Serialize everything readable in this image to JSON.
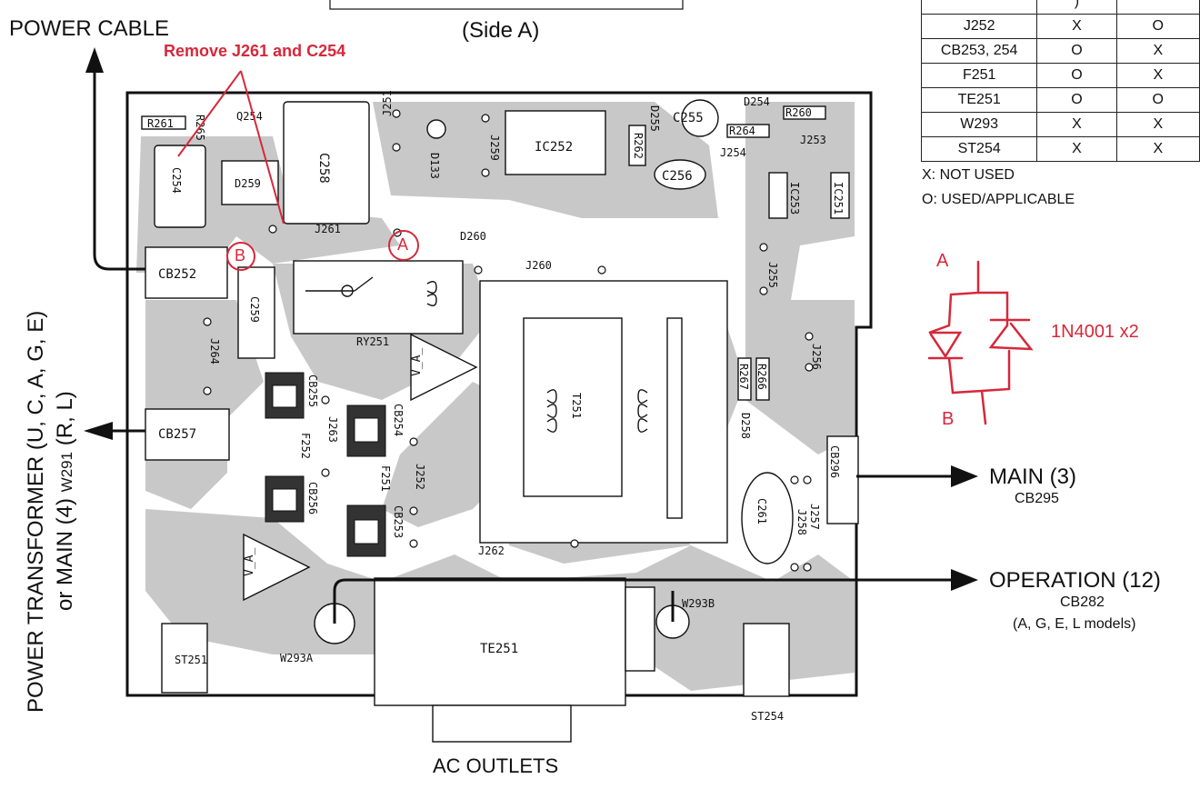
{
  "header": {
    "side_label": "(Side A)"
  },
  "annotation": {
    "note": "Remove J261 and C254",
    "marker_a": "A",
    "marker_b": "B",
    "schematic_a": "A",
    "schematic_b": "B",
    "diode_note": "1N4001 x2"
  },
  "connections": {
    "power_cable": "POWER CABLE",
    "transformer_line1": "POWER TRANSFORMER (U, C, A, G, E)",
    "transformer_line2_main": "or MAIN (4)",
    "transformer_line2_w": "W291",
    "transformer_line2_tail": "(R, L)",
    "main_label": "MAIN (3)",
    "main_sub": "CB295",
    "operation_label": "OPERATION (12)",
    "operation_sub": "CB282",
    "operation_models": "(A, G, E, L models)",
    "ac_outlets": "AC OUTLETS"
  },
  "legend": {
    "not_used": "X: NOT USED",
    "used": "O: USED/APPLICABLE"
  },
  "table": {
    "top_partial": [
      "",
      ")",
      ""
    ],
    "rows": [
      [
        "J252",
        "X",
        "O"
      ],
      [
        "CB253, 254",
        "O",
        "X"
      ],
      [
        "F251",
        "O",
        "X"
      ],
      [
        "TE251",
        "O",
        "O"
      ],
      [
        "W293",
        "X",
        "X"
      ],
      [
        "ST254",
        "X",
        "X"
      ]
    ]
  },
  "board": {
    "components": [
      "R261",
      "R265",
      "Q254",
      "C258",
      "J251",
      "D133",
      "IC252",
      "J259",
      "D255",
      "C255",
      "D254",
      "R260",
      "R262",
      "R264",
      "C256",
      "J253",
      "J254",
      "C254",
      "D259",
      "IC253",
      "IC251",
      "J261",
      "D260",
      "J260",
      "CB252",
      "C259",
      "RY251",
      "J255",
      "J264",
      "T251",
      "J256",
      "R267",
      "R266",
      "D258",
      "CB255",
      "CB254",
      "J263",
      "F252",
      "F251",
      "J252",
      "CB256",
      "CB253",
      "CB257",
      "CB296",
      "C261",
      "J258",
      "J257",
      "J262",
      "W293A",
      "W293B",
      "TE251",
      "ST251",
      "ST254"
    ],
    "vlabel": "V_A_"
  },
  "colors": {
    "board_fill": "#c8c8c8",
    "annotation_red": "#d6283a",
    "line": "#111111"
  }
}
